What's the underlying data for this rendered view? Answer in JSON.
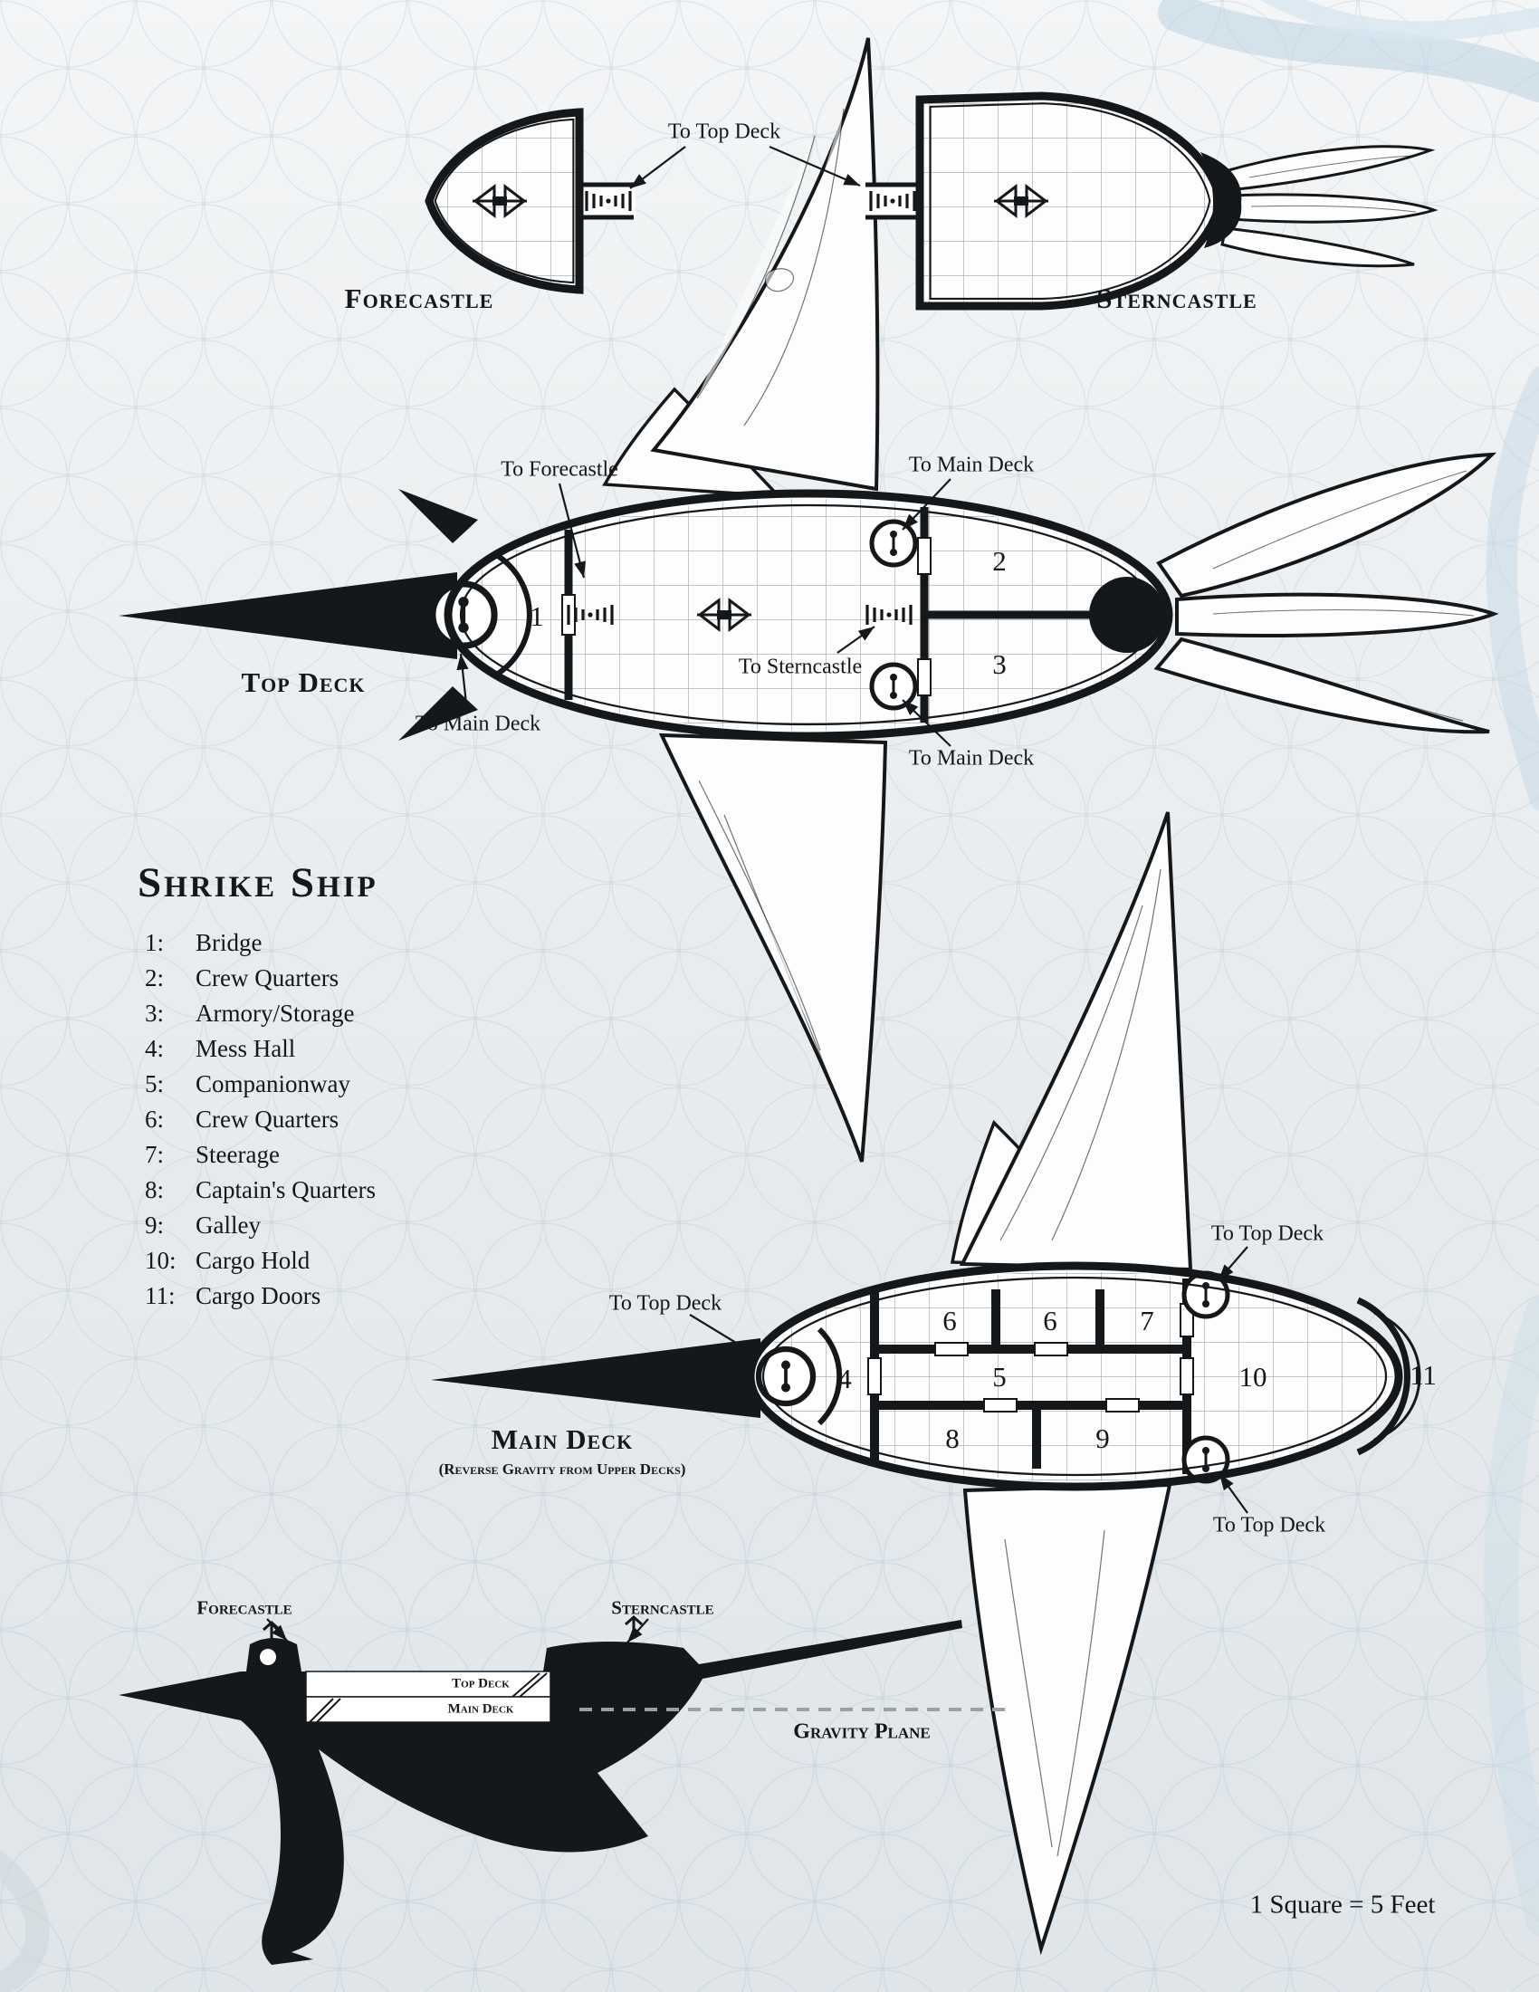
{
  "title": "Shrike Ship",
  "legend": [
    {
      "num": "1:",
      "label": "Bridge"
    },
    {
      "num": "2:",
      "label": "Crew Quarters"
    },
    {
      "num": "3:",
      "label": "Armory/Storage"
    },
    {
      "num": "4:",
      "label": "Mess Hall"
    },
    {
      "num": "5:",
      "label": "Companionway"
    },
    {
      "num": "6:",
      "label": "Crew Quarters"
    },
    {
      "num": "7:",
      "label": "Steerage"
    },
    {
      "num": "8:",
      "label": "Captain's Quarters"
    },
    {
      "num": "9:",
      "label": "Galley"
    },
    {
      "num": "10:",
      "label": "Cargo Hold"
    },
    {
      "num": "11:",
      "label": "Cargo Doors"
    }
  ],
  "decks": {
    "forecastle": {
      "label": "Forecastle"
    },
    "sterncastle": {
      "label": "Sterncastle"
    },
    "top_deck": {
      "label": "Top Deck",
      "rooms": {
        "r1": "1",
        "r2": "2",
        "r3": "3"
      }
    },
    "main_deck": {
      "label": "Main Deck",
      "sublabel": "(Reverse Gravity from Upper Decks)",
      "rooms": {
        "r4": "4",
        "r5": "5",
        "r6a": "6",
        "r6b": "6",
        "r7": "7",
        "r8": "8",
        "r9": "9",
        "r10": "10",
        "r11": "11"
      }
    }
  },
  "annotations": {
    "to_top_deck": "To Top Deck",
    "to_forecastle": "To Forecastle",
    "to_sterncastle": "To Sterncastle",
    "to_main_deck": "To Main Deck",
    "gravity_plane": "Gravity Plane"
  },
  "profile": {
    "forecastle": "Forecastle",
    "sterncastle": "Sterncastle",
    "top_deck": "Top Deck",
    "main_deck": "Main Deck"
  },
  "scale_note": "1 Square = 5 Feet",
  "colors": {
    "ink": "#15181a",
    "grid": "#a9b3bb",
    "swirl": "#b9d2e2",
    "gravity_line": "#9aa0a4"
  }
}
